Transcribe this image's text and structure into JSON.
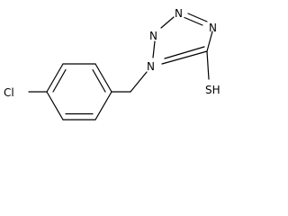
{
  "molecule": {
    "atoms": {
      "chlorine": "Cl",
      "n_top": "N",
      "n_upper_left": "N",
      "n_lower_left": "N",
      "n_ring_right": "N",
      "thiol": "SH"
    },
    "colors": {
      "bond": "#000000",
      "label": "#000000",
      "background": "#ffffff"
    }
  }
}
